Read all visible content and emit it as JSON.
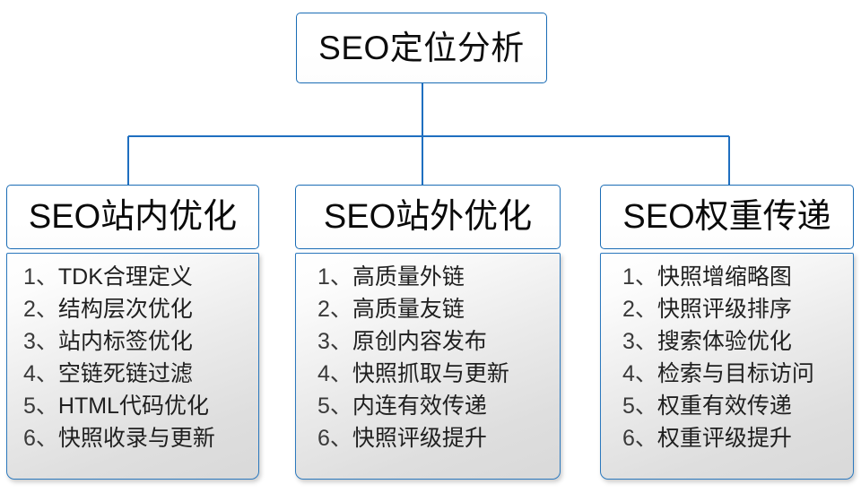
{
  "diagram": {
    "title": "SEO定位分析",
    "accent_color": "#1a6cb5",
    "connector_color": "#1f6fc0",
    "branches": [
      {
        "header": "SEO站内优化",
        "items": [
          {
            "index": "1、",
            "label": "TDK合理定义"
          },
          {
            "index": "2、",
            "label": "结构层次优化"
          },
          {
            "index": "3、",
            "label": "站内标签优化"
          },
          {
            "index": "4、",
            "label": "空链死链过滤"
          },
          {
            "index": "5、",
            "label": "HTML代码优化"
          },
          {
            "index": "6、",
            "label": "快照收录与更新"
          }
        ]
      },
      {
        "header": "SEO站外优化",
        "items": [
          {
            "index": "1、",
            "label": "高质量外链"
          },
          {
            "index": "2、",
            "label": "高质量友链"
          },
          {
            "index": "3、",
            "label": "原创内容发布"
          },
          {
            "index": "4、",
            "label": "快照抓取与更新"
          },
          {
            "index": "5、",
            "label": "内连有效传递"
          },
          {
            "index": "6、",
            "label": "快照评级提升"
          }
        ]
      },
      {
        "header": "SEO权重传递",
        "items": [
          {
            "index": "1、",
            "label": "快照增缩略图"
          },
          {
            "index": "2、",
            "label": "快照评级排序"
          },
          {
            "index": "3、",
            "label": "搜索体验优化"
          },
          {
            "index": "4、",
            "label": "检索与目标访问"
          },
          {
            "index": "5、",
            "label": "权重有效传递"
          },
          {
            "index": "6、",
            "label": "权重评级提升"
          }
        ]
      }
    ]
  }
}
